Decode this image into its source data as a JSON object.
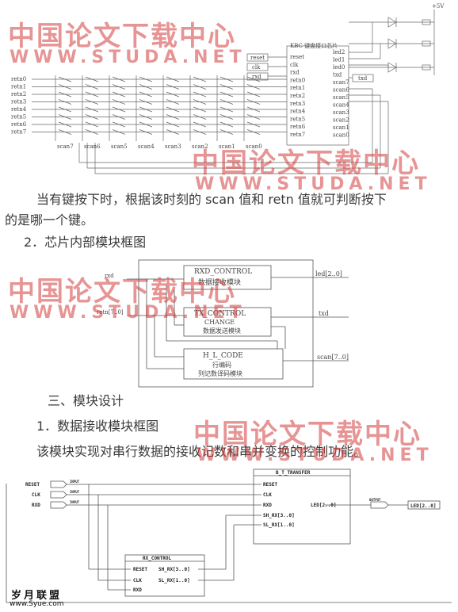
{
  "watermark": {
    "cn": "中国论文下载中心",
    "url": "WWW.STUDA.NET"
  },
  "diagram1": {
    "chip_title": "KBC 键盘接口芯片",
    "chip_left_pins": [
      "reset",
      "clk",
      "rxd",
      "retn0",
      "retn1",
      "retn2",
      "retn3",
      "retn4",
      "retn5",
      "retn6",
      "retn7"
    ],
    "chip_right_pins": [
      "led2",
      "led1",
      "led0",
      "txd",
      "scan7",
      "scan6",
      "scan5",
      "scan4",
      "scan3",
      "scan2",
      "scan1",
      "scan0"
    ],
    "inputs": [
      "reset",
      "clk",
      "rxd"
    ],
    "txd_label": "txd",
    "supply": "+5V",
    "row_labels": [
      "retn0",
      "retn1",
      "retn2",
      "retn3",
      "retn4",
      "retn5",
      "retn6",
      "retn7"
    ],
    "col_labels": [
      "scan7",
      "scan6",
      "scan5",
      "scan4",
      "scan3",
      "scan2",
      "scan1",
      "scan0"
    ]
  },
  "para1": "当有键按下时，根据该时刻的 scan 值和 retn 值就可判断按下",
  "para1b": "的是哪一个键。",
  "heading2": "2．芯片内部模块框图",
  "diagram2": {
    "in_rxd": "rxd",
    "in_scan": "retn[7..0]",
    "box1_title": "RXD_CONTROL",
    "box1_sub": "数据接收模块",
    "box2_title": "TX_CONTROL",
    "box2_sub1": "CHANGE",
    "box2_sub2": "数据发送模块",
    "box3_title": "H_L_CODE",
    "box3_sub1": "行编码",
    "box3_sub2": "列记数译码模块",
    "out_led": "led[2..0]",
    "out_txd": "txd",
    "out_scan": "scan[7..0]"
  },
  "heading3": "三、模块设计",
  "heading3_1": "1．数据接收模块框图",
  "para2": "该模块实现对串行数据的接收记数和串并变换的控制功能。",
  "diagram3": {
    "inputs": [
      "RESET",
      "CLK",
      "RXD"
    ],
    "input_tag": "INPUT",
    "output_tag": "OUTPUT",
    "output_name": "LED[2..0]",
    "bt_title": "B_T_TRANSFER",
    "bt_pins": [
      "RESET",
      "CLK",
      "RXD",
      "SH_RX[3..0]",
      "SL_RX[1..0]"
    ],
    "bt_out": "LED[2..0]",
    "rx_title": "RX_CONTROL",
    "rx_pins": [
      "RESET",
      "CLK",
      "RXD"
    ],
    "rx_outs": [
      "SH_RX[3..0]",
      "SL_RX[1..0]"
    ]
  },
  "footer": {
    "logo": "岁月联盟",
    "url": "www.Syue.com"
  },
  "colors": {
    "watermark": "#d23c3c",
    "line": "#555555",
    "text": "#3a3a3a"
  }
}
